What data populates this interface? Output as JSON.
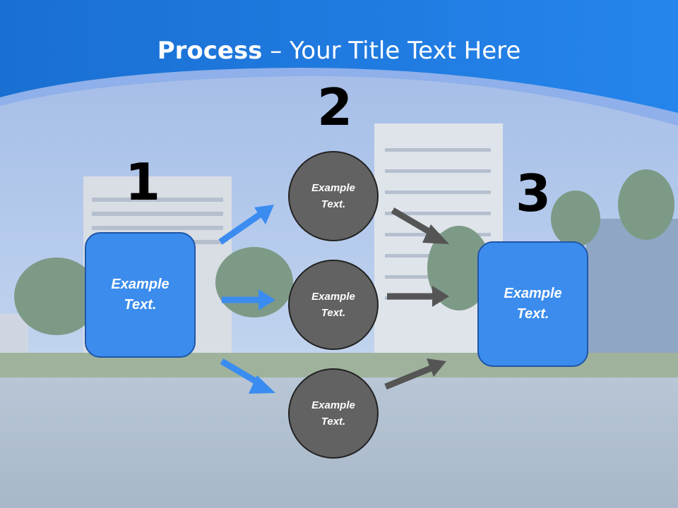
{
  "title": {
    "bold": "Process",
    "rest": " – Your Title Text Here"
  },
  "steps": {
    "one": {
      "number": "1",
      "text": "Example\nText."
    },
    "two": {
      "number": "2"
    },
    "three": {
      "number": "3",
      "text": "Example\nText."
    }
  },
  "circles": [
    {
      "text": "Example\nText."
    },
    {
      "text": "Example\nText."
    },
    {
      "text": "Example\nText."
    }
  ],
  "colors": {
    "header_blue": "#1f74d6",
    "box_blue": "#3b8ced",
    "circle_gray": "#626262",
    "arrow_blue": "#3a8cf0",
    "arrow_gray": "#555555"
  }
}
